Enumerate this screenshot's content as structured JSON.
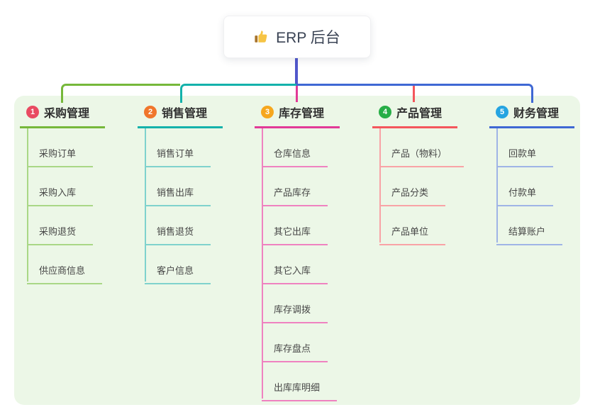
{
  "root": {
    "label": "ERP 后台",
    "icon": "thumbs-up-icon"
  },
  "colors": {
    "canvas_bg": "#ffffff",
    "container_bg": "#ecf7e7",
    "root_line": "#5157cb",
    "title_text": "#3a4354"
  },
  "branches": [
    {
      "number": "1",
      "label": "采购管理",
      "badge_color": "#e94b62",
      "line_color": "#76b83a",
      "child_line_color": "#a9d786",
      "children": [
        "采购订单",
        "采购入库",
        "采购退货",
        "供应商信息"
      ]
    },
    {
      "number": "2",
      "label": "销售管理",
      "badge_color": "#f0762c",
      "line_color": "#14b2ab",
      "child_line_color": "#7fd2cd",
      "children": [
        "销售订单",
        "销售出库",
        "销售退货",
        "客户信息"
      ]
    },
    {
      "number": "3",
      "label": "库存管理",
      "badge_color": "#f6a71e",
      "line_color": "#e23a97",
      "child_line_color": "#ef82c0",
      "children": [
        "仓库信息",
        "产品库存",
        "其它出库",
        "其它入库",
        "库存调拨",
        "库存盘点",
        "出库库明细"
      ]
    },
    {
      "number": "4",
      "label": "产品管理",
      "badge_color": "#27ae47",
      "line_color": "#f4565c",
      "child_line_color": "#f9a3a6",
      "children": [
        "产品（物料）",
        "产品分类",
        "产品单位"
      ]
    },
    {
      "number": "5",
      "label": "财务管理",
      "badge_color": "#25a4e1",
      "line_color": "#3f68d4",
      "child_line_color": "#9fb4e6",
      "children": [
        "回款单",
        "付款单",
        "结算账户"
      ]
    }
  ]
}
